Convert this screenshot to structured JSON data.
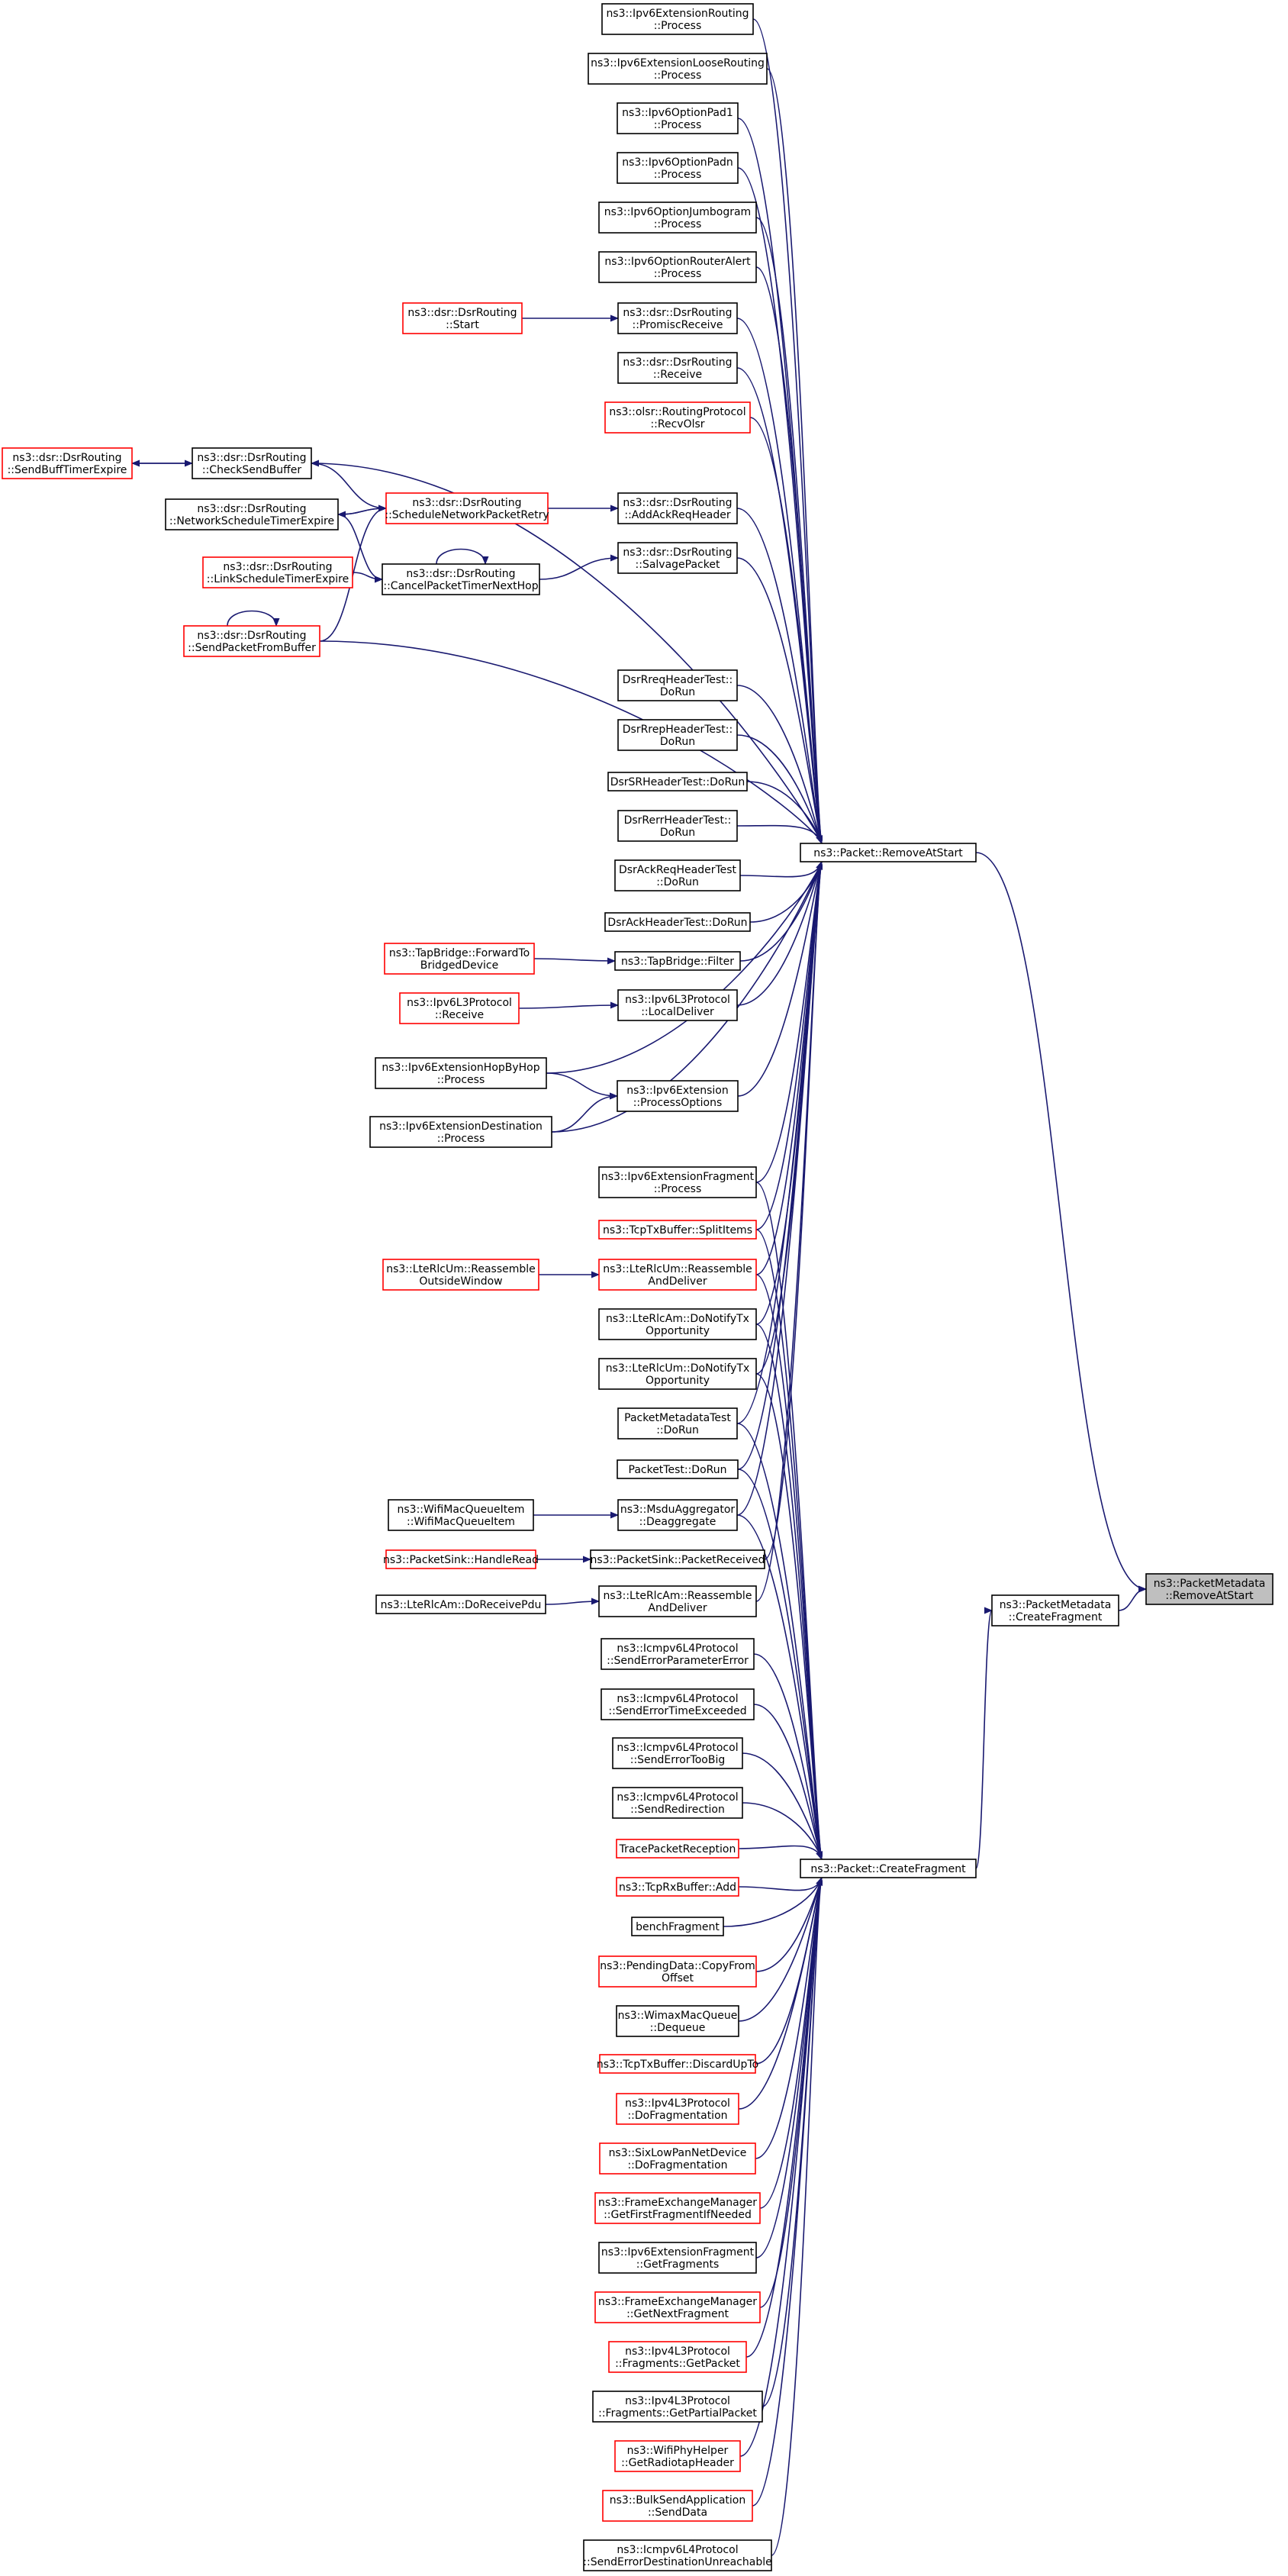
{
  "colors": {
    "edge": "#191970",
    "normal_border": "#000000",
    "truncated_border": "#ff0000",
    "root_fill": "#bfbfbf"
  },
  "nodes": {
    "n0": {
      "lines": [
        "ns3::PacketMetadata",
        "::RemoveAtStart"
      ],
      "style": "root"
    },
    "n1": {
      "lines": [
        "ns3::PacketMetadata",
        "::CreateFragment"
      ],
      "style": "normal"
    },
    "n2": {
      "lines": [
        "ns3::Packet::RemoveAtStart"
      ],
      "style": "normal"
    },
    "n3": {
      "lines": [
        "ns3::Packet::CreateFragment"
      ],
      "style": "normal"
    },
    "n4": {
      "lines": [
        "ns3::Ipv6ExtensionRouting",
        "::Process"
      ],
      "style": "normal"
    },
    "n5": {
      "lines": [
        "ns3::Ipv6ExtensionLooseRouting",
        "::Process"
      ],
      "style": "normal"
    },
    "n6": {
      "lines": [
        "ns3::Ipv6OptionPad1",
        "::Process"
      ],
      "style": "normal"
    },
    "n7": {
      "lines": [
        "ns3::Ipv6OptionPadn",
        "::Process"
      ],
      "style": "normal"
    },
    "n8": {
      "lines": [
        "ns3::Ipv6OptionJumbogram",
        "::Process"
      ],
      "style": "normal"
    },
    "n9": {
      "lines": [
        "ns3::Ipv6OptionRouterAlert",
        "::Process"
      ],
      "style": "normal"
    },
    "n10": {
      "lines": [
        "ns3::dsr::DsrRouting",
        "::PromiscReceive"
      ],
      "style": "normal"
    },
    "n11": {
      "lines": [
        "ns3::dsr::DsrRouting",
        "::Start"
      ],
      "style": "trunc"
    },
    "n12": {
      "lines": [
        "ns3::dsr::DsrRouting",
        "::Receive"
      ],
      "style": "normal"
    },
    "n13": {
      "lines": [
        "ns3::olsr::RoutingProtocol",
        "::RecvOlsr"
      ],
      "style": "trunc"
    },
    "n14": {
      "lines": [
        "ns3::dsr::DsrRouting",
        "::CheckSendBuffer"
      ],
      "style": "normal"
    },
    "n15": {
      "lines": [
        "ns3::dsr::DsrRouting",
        "::SendBuffTimerExpire"
      ],
      "style": "trunc"
    },
    "n16": {
      "lines": [
        "ns3::dsr::DsrRouting",
        "::ScheduleNetworkPacketRetry"
      ],
      "style": "trunc"
    },
    "n17": {
      "lines": [
        "ns3::dsr::DsrRouting",
        "::NetworkScheduleTimerExpire"
      ],
      "style": "normal"
    },
    "n18": {
      "lines": [
        "ns3::dsr::DsrRouting",
        "::AddAckReqHeader"
      ],
      "style": "normal"
    },
    "n19": {
      "lines": [
        "ns3::dsr::DsrRouting",
        "::SalvagePacket"
      ],
      "style": "normal"
    },
    "n20": {
      "lines": [
        "ns3::dsr::DsrRouting",
        "::CancelPacketTimerNextHop"
      ],
      "style": "normal"
    },
    "n21": {
      "lines": [
        "ns3::dsr::DsrRouting",
        "::LinkScheduleTimerExpire"
      ],
      "style": "trunc"
    },
    "n22": {
      "lines": [
        "ns3::dsr::DsrRouting",
        "::SendPacketFromBuffer"
      ],
      "style": "trunc"
    },
    "n23": {
      "lines": [
        "DsrRreqHeaderTest::",
        "DoRun"
      ],
      "style": "normal"
    },
    "n24": {
      "lines": [
        "DsrRrepHeaderTest::",
        "DoRun"
      ],
      "style": "normal"
    },
    "n25": {
      "lines": [
        "DsrSRHeaderTest::DoRun"
      ],
      "style": "normal"
    },
    "n26": {
      "lines": [
        "DsrRerrHeaderTest::",
        "DoRun"
      ],
      "style": "normal"
    },
    "n27": {
      "lines": [
        "DsrAckReqHeaderTest",
        "::DoRun"
      ],
      "style": "normal"
    },
    "n28": {
      "lines": [
        "DsrAckHeaderTest::DoRun"
      ],
      "style": "normal"
    },
    "n29": {
      "lines": [
        "ns3::TapBridge::Filter"
      ],
      "style": "normal"
    },
    "n30": {
      "lines": [
        "ns3::TapBridge::ForwardTo",
        "BridgedDevice"
      ],
      "style": "trunc"
    },
    "n31": {
      "lines": [
        "ns3::Ipv6L3Protocol",
        "::LocalDeliver"
      ],
      "style": "normal"
    },
    "n32": {
      "lines": [
        "ns3::Ipv6L3Protocol",
        "::Receive"
      ],
      "style": "trunc"
    },
    "n33": {
      "lines": [
        "ns3::Ipv6ExtensionHopByHop",
        "::Process"
      ],
      "style": "normal"
    },
    "n34": {
      "lines": [
        "ns3::Ipv6Extension",
        "::ProcessOptions"
      ],
      "style": "normal"
    },
    "n35": {
      "lines": [
        "ns3::Ipv6ExtensionDestination",
        "::Process"
      ],
      "style": "normal"
    },
    "n36": {
      "lines": [
        "ns3::Ipv6ExtensionFragment",
        "::Process"
      ],
      "style": "normal"
    },
    "n37": {
      "lines": [
        "ns3::TcpTxBuffer::SplitItems"
      ],
      "style": "trunc"
    },
    "n38": {
      "lines": [
        "ns3::LteRlcUm::Reassemble",
        "AndDeliver"
      ],
      "style": "trunc"
    },
    "n39": {
      "lines": [
        "ns3::LteRlcUm::Reassemble",
        "OutsideWindow"
      ],
      "style": "trunc"
    },
    "n40": {
      "lines": [
        "ns3::LteRlcAm::DoNotifyTx",
        "Opportunity"
      ],
      "style": "normal"
    },
    "n41": {
      "lines": [
        "ns3::LteRlcUm::DoNotifyTx",
        "Opportunity"
      ],
      "style": "normal"
    },
    "n42": {
      "lines": [
        "PacketMetadataTest",
        "::DoRun"
      ],
      "style": "normal"
    },
    "n43": {
      "lines": [
        "PacketTest::DoRun"
      ],
      "style": "normal"
    },
    "n44": {
      "lines": [
        "ns3::MsduAggregator",
        "::Deaggregate"
      ],
      "style": "normal"
    },
    "n45": {
      "lines": [
        "ns3::WifiMacQueueItem",
        "::WifiMacQueueItem"
      ],
      "style": "normal"
    },
    "n46": {
      "lines": [
        "ns3::PacketSink::PacketReceived"
      ],
      "style": "normal"
    },
    "n47": {
      "lines": [
        "ns3::PacketSink::HandleRead"
      ],
      "style": "trunc"
    },
    "n48": {
      "lines": [
        "ns3::LteRlcAm::Reassemble",
        "AndDeliver"
      ],
      "style": "normal"
    },
    "n49": {
      "lines": [
        "ns3::LteRlcAm::DoReceivePdu"
      ],
      "style": "normal"
    },
    "n50": {
      "lines": [
        "ns3::Icmpv6L4Protocol",
        "::SendErrorParameterError"
      ],
      "style": "normal"
    },
    "n51": {
      "lines": [
        "ns3::Icmpv6L4Protocol",
        "::SendErrorTimeExceeded"
      ],
      "style": "normal"
    },
    "n52": {
      "lines": [
        "ns3::Icmpv6L4Protocol",
        "::SendErrorTooBig"
      ],
      "style": "normal"
    },
    "n53": {
      "lines": [
        "ns3::Icmpv6L4Protocol",
        "::SendRedirection"
      ],
      "style": "normal"
    },
    "n54": {
      "lines": [
        "TracePacketReception"
      ],
      "style": "trunc"
    },
    "n55": {
      "lines": [
        "ns3::TcpRxBuffer::Add"
      ],
      "style": "trunc"
    },
    "n56": {
      "lines": [
        "benchFragment"
      ],
      "style": "normal"
    },
    "n57": {
      "lines": [
        "ns3::PendingData::CopyFrom",
        "Offset"
      ],
      "style": "trunc"
    },
    "n58": {
      "lines": [
        "ns3::WimaxMacQueue",
        "::Dequeue"
      ],
      "style": "normal"
    },
    "n59": {
      "lines": [
        "ns3::TcpTxBuffer::DiscardUpTo"
      ],
      "style": "trunc"
    },
    "n60": {
      "lines": [
        "ns3::Ipv4L3Protocol",
        "::DoFragmentation"
      ],
      "style": "trunc"
    },
    "n61": {
      "lines": [
        "ns3::SixLowPanNetDevice",
        "::DoFragmentation"
      ],
      "style": "trunc"
    },
    "n62": {
      "lines": [
        "ns3::FrameExchangeManager",
        "::GetFirstFragmentIfNeeded"
      ],
      "style": "trunc"
    },
    "n63": {
      "lines": [
        "ns3::Ipv6ExtensionFragment",
        "::GetFragments"
      ],
      "style": "normal"
    },
    "n64": {
      "lines": [
        "ns3::FrameExchangeManager",
        "::GetNextFragment"
      ],
      "style": "trunc"
    },
    "n65": {
      "lines": [
        "ns3::Ipv4L3Protocol",
        "::Fragments::GetPacket"
      ],
      "style": "trunc"
    },
    "n66": {
      "lines": [
        "ns3::Ipv4L3Protocol",
        "::Fragments::GetPartialPacket"
      ],
      "style": "normal"
    },
    "n67": {
      "lines": [
        "ns3::WifiPhyHelper",
        "::GetRadiotapHeader"
      ],
      "style": "trunc"
    },
    "n68": {
      "lines": [
        "ns3::BulkSendApplication",
        "::SendData"
      ],
      "style": "trunc"
    },
    "n69": {
      "lines": [
        "ns3::Icmpv6L4Protocol",
        "::SendErrorDestinationUnreachable"
      ],
      "style": "normal"
    }
  },
  "edges": [
    [
      "n1",
      "n0"
    ],
    [
      "n2",
      "n0"
    ],
    [
      "n3",
      "n1"
    ],
    [
      "n4",
      "n2"
    ],
    [
      "n5",
      "n2"
    ],
    [
      "n6",
      "n2"
    ],
    [
      "n7",
      "n2"
    ],
    [
      "n8",
      "n2"
    ],
    [
      "n9",
      "n2"
    ],
    [
      "n10",
      "n2"
    ],
    [
      "n11",
      "n10"
    ],
    [
      "n12",
      "n2"
    ],
    [
      "n13",
      "n2"
    ],
    [
      "n14",
      "n2"
    ],
    [
      "n14",
      "n15"
    ],
    [
      "n15",
      "n14"
    ],
    [
      "n16",
      "n18"
    ],
    [
      "n16",
      "n14"
    ],
    [
      "n16",
      "n17"
    ],
    [
      "n17",
      "n16"
    ],
    [
      "n17",
      "n20"
    ],
    [
      "n18",
      "n2"
    ],
    [
      "n19",
      "n2"
    ],
    [
      "n20",
      "n19"
    ],
    [
      "n20",
      "n20"
    ],
    [
      "n21",
      "n20"
    ],
    [
      "n22",
      "n2"
    ],
    [
      "n22",
      "n22"
    ],
    [
      "n22",
      "n16"
    ],
    [
      "n23",
      "n2"
    ],
    [
      "n24",
      "n2"
    ],
    [
      "n25",
      "n2"
    ],
    [
      "n26",
      "n2"
    ],
    [
      "n27",
      "n2"
    ],
    [
      "n28",
      "n2"
    ],
    [
      "n29",
      "n2"
    ],
    [
      "n30",
      "n29"
    ],
    [
      "n31",
      "n2"
    ],
    [
      "n32",
      "n31"
    ],
    [
      "n33",
      "n2"
    ],
    [
      "n33",
      "n34"
    ],
    [
      "n34",
      "n2"
    ],
    [
      "n35",
      "n2"
    ],
    [
      "n35",
      "n34"
    ],
    [
      "n36",
      "n2"
    ],
    [
      "n37",
      "n2"
    ],
    [
      "n38",
      "n2"
    ],
    [
      "n39",
      "n38"
    ],
    [
      "n40",
      "n2"
    ],
    [
      "n41",
      "n2"
    ],
    [
      "n42",
      "n2"
    ],
    [
      "n43",
      "n2"
    ],
    [
      "n44",
      "n2"
    ],
    [
      "n45",
      "n44"
    ],
    [
      "n46",
      "n2"
    ],
    [
      "n47",
      "n46"
    ],
    [
      "n48",
      "n2"
    ],
    [
      "n49",
      "n48"
    ],
    [
      "n50",
      "n3"
    ],
    [
      "n51",
      "n3"
    ],
    [
      "n52",
      "n3"
    ],
    [
      "n53",
      "n3"
    ],
    [
      "n54",
      "n3"
    ],
    [
      "n55",
      "n3"
    ],
    [
      "n56",
      "n3"
    ],
    [
      "n57",
      "n3"
    ],
    [
      "n58",
      "n3"
    ],
    [
      "n59",
      "n3"
    ],
    [
      "n60",
      "n3"
    ],
    [
      "n61",
      "n3"
    ],
    [
      "n62",
      "n3"
    ],
    [
      "n63",
      "n3"
    ],
    [
      "n64",
      "n3"
    ],
    [
      "n65",
      "n3"
    ],
    [
      "n66",
      "n3"
    ],
    [
      "n67",
      "n3"
    ],
    [
      "n68",
      "n3"
    ],
    [
      "n69",
      "n3"
    ],
    [
      "n36",
      "n3"
    ],
    [
      "n37",
      "n3"
    ],
    [
      "n38",
      "n3"
    ],
    [
      "n40",
      "n3"
    ],
    [
      "n41",
      "n3"
    ],
    [
      "n42",
      "n3"
    ],
    [
      "n43",
      "n3"
    ],
    [
      "n44",
      "n3"
    ]
  ]
}
